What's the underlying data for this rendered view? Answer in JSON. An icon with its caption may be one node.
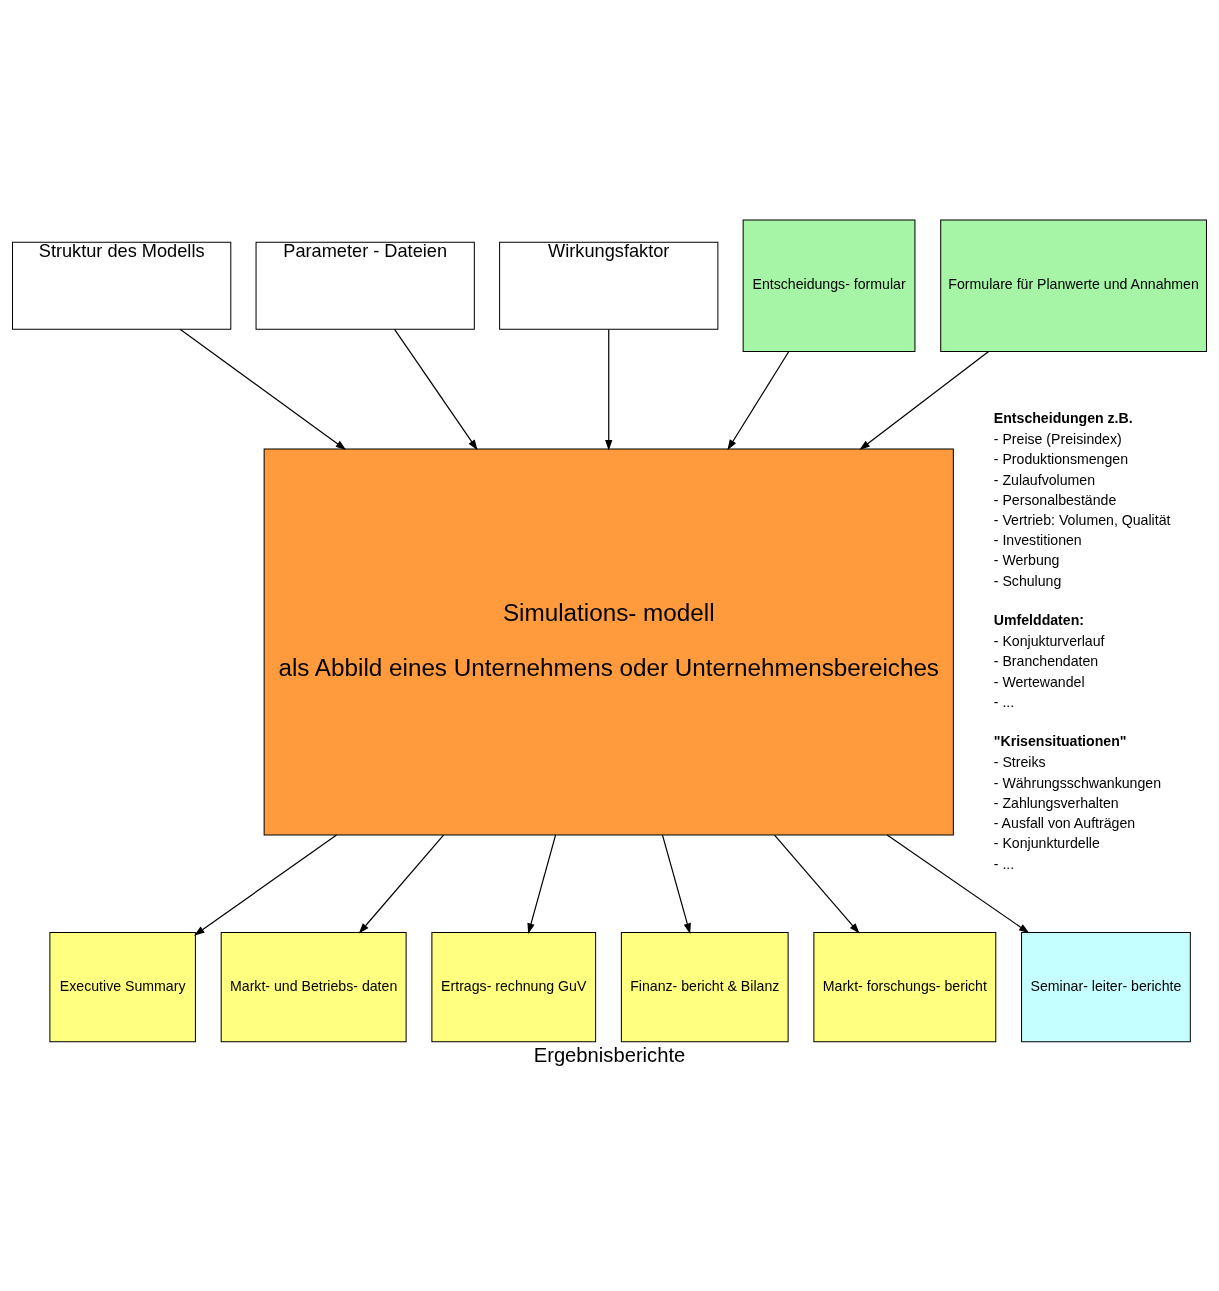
{
  "diagram": {
    "caption": "Ergebnisberichte",
    "nodes": [
      {
        "text": [
          "Struktur des Modells"
        ]
      },
      {
        "text": [
          "Parameter - Dateien"
        ]
      },
      {
        "text": [
          "Wirkungsfaktor"
        ]
      },
      {
        "text": [
          "Entscheidungs- formular"
        ]
      },
      {
        "text": [
          "Formulare für Planwerte und Annahmen"
        ]
      },
      {
        "text": [
          "Simulations- modell",
          "als Abbild eines Unternehmens oder Unternehmensbereiches"
        ]
      },
      {
        "text": [
          "Executive Summary"
        ]
      },
      {
        "text": [
          "Markt- und Betriebs- daten"
        ]
      },
      {
        "text": [
          "Ertrags- rechnung GuV"
        ]
      },
      {
        "text": [
          "Finanz- bericht & Bilanz"
        ]
      },
      {
        "text": [
          "Markt- forschungs- bericht"
        ]
      },
      {
        "text": [
          "Seminar- leiter- berichte"
        ]
      }
    ],
    "edges": [
      {
        "from": 0,
        "to": 5,
        "arrow": "to"
      },
      {
        "from": 1,
        "to": 5,
        "arrow": "to"
      },
      {
        "from": 2,
        "to": 5,
        "arrow": "to"
      },
      {
        "from": 3,
        "to": 5,
        "arrow": "to"
      },
      {
        "from": 4,
        "to": 5,
        "arrow": "to"
      },
      {
        "from": 5,
        "to": 6,
        "arrow": "to"
      },
      {
        "from": 5,
        "to": 7,
        "arrow": "to"
      },
      {
        "from": 5,
        "to": 8,
        "arrow": "to"
      },
      {
        "from": 5,
        "to": 9,
        "arrow": "to"
      },
      {
        "from": 5,
        "to": 10,
        "arrow": "to"
      },
      {
        "from": 5,
        "to": 11,
        "arrow": "to"
      }
    ],
    "labels": [
      "Entscheidungen z.B.",
      "- Preise (Preisindex)",
      "- Produktionsmengen",
      "- Zulaufvolumen",
      "- Personalbestände",
      "- Vertrieb: Volumen, Qualität",
      "- Investitionen",
      "- Werbung",
      "- Schulung",
      "Umfelddaten:",
      "- Konjukturverlauf",
      "- Branchendaten",
      "- Wertewandel",
      "- ...",
      "\"Krisensituationen\"",
      "- Streiks",
      "- Währungsschwankungen",
      "- Zahlungsverhalten",
      "- Ausfall von Aufträgen",
      "- Konjunkturdelle",
      "- ..."
    ]
  }
}
